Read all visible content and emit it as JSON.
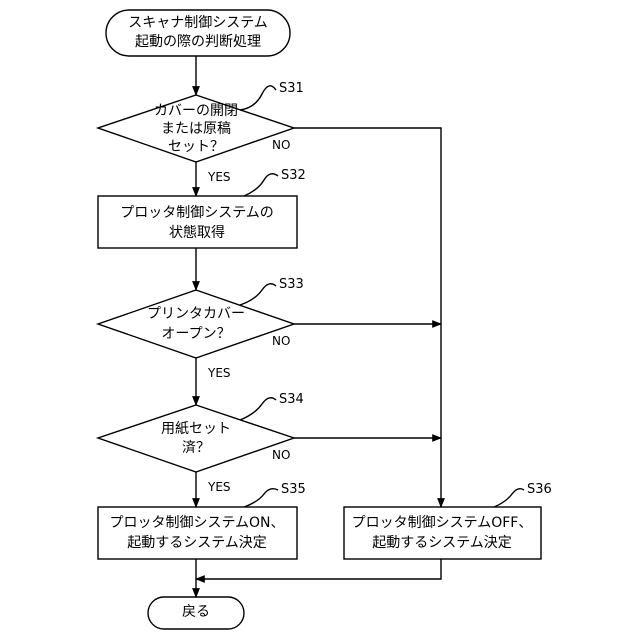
{
  "start": {
    "line1": "スキャナ制御システム",
    "line2": "起動の際の判断処理"
  },
  "steps": {
    "s31": {
      "id": "S31",
      "line1": "カバーの開閉",
      "line2": "または原稿",
      "line3": "セット？"
    },
    "s32": {
      "id": "S32",
      "line1": "プロッタ制御システムの",
      "line2": "状態取得"
    },
    "s33": {
      "id": "S33",
      "line1": "プリンタカバー",
      "line2": "オープン？"
    },
    "s34": {
      "id": "S34",
      "line1": "用紙セット",
      "line2": "済？"
    },
    "s35": {
      "id": "S35",
      "line1": "プロッタ制御システムON、",
      "line2": "起動するシステム決定"
    },
    "s36": {
      "id": "S36",
      "line1": "プロッタ制御システムOFF、",
      "line2": "起動するシステム決定"
    }
  },
  "branches": {
    "yes": "YES",
    "no": "NO"
  },
  "end": {
    "label": "戻る"
  }
}
